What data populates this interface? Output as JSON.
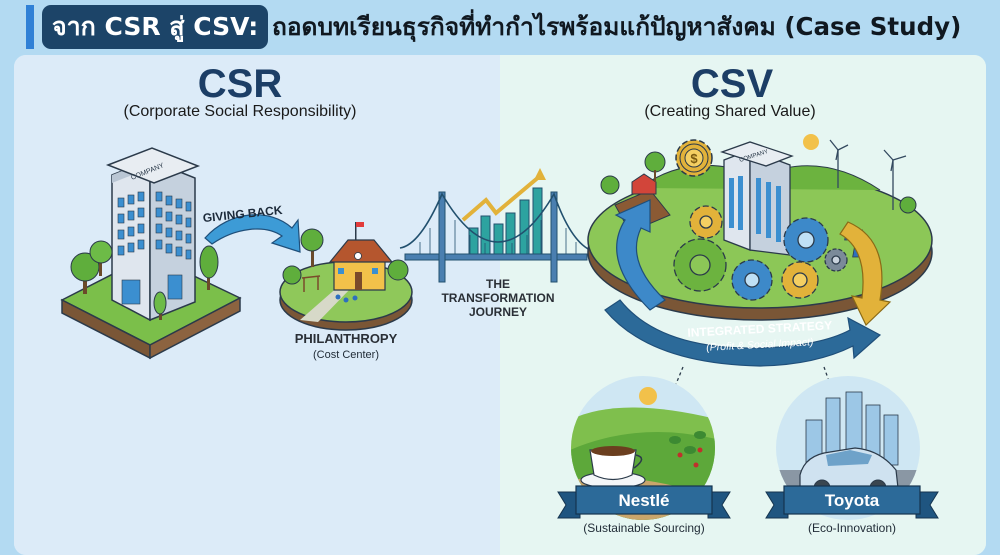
{
  "header": {
    "title_highlight": "จาก CSR สู่ CSV:",
    "title_rest": "ถอดบทเรียนธุรกิจที่ทำกำไรพร้อมแก้ปัญหาสังคม (Case Study)"
  },
  "csr": {
    "title": "CSR",
    "subtitle": "(Corporate Social Responsibility)",
    "building_sign": "COMPANY",
    "arrow_label": "GIVING BACK",
    "outcome_title": "PHILANTHROPY",
    "outcome_sub": "(Cost Center)"
  },
  "bridge": {
    "line1": "THE",
    "line2": "TRANSFORMATION",
    "line3": "JOURNEY"
  },
  "csv": {
    "title": "CSV",
    "subtitle": "(Creating Shared Value)",
    "building_sign": "COMPANY",
    "gear_symbol": "$",
    "strategy_line1": "INTEGRATED STRATEGY",
    "strategy_line2": "(Profit & Social Impact)"
  },
  "cases": [
    {
      "name": "Nestlé",
      "caption": "(Sustainable Sourcing)"
    },
    {
      "name": "Toyota",
      "caption": "(Eco-Innovation)"
    }
  ],
  "colors": {
    "navy": "#1c4468",
    "accent_blue": "#2f80d6",
    "ribbon": "#2c6a99",
    "gold": "#e2b23a",
    "green": "#6cb33f"
  }
}
